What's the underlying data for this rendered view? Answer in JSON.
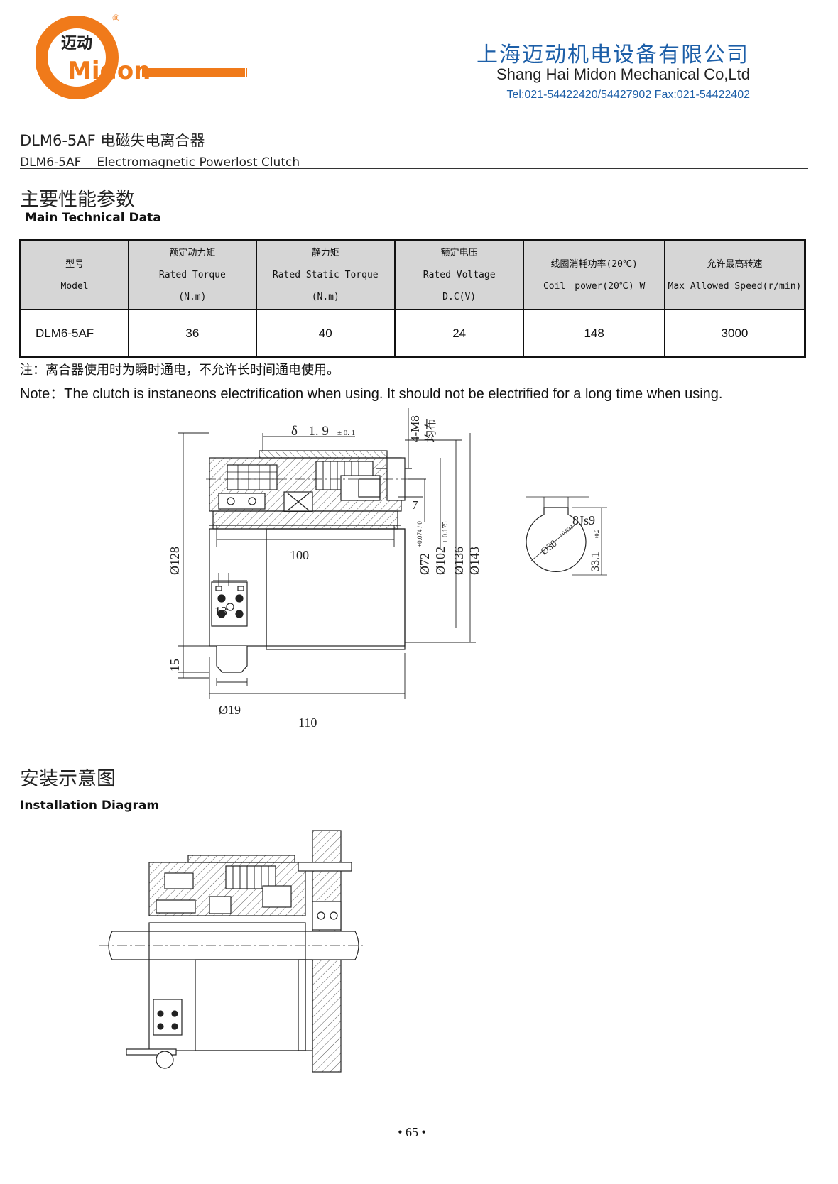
{
  "header": {
    "logo_cn": "迈动",
    "logo_en": "Midon",
    "registered_mark": "®",
    "company_cn": "上海迈动机电设备有限公司",
    "company_en": "Shang Hai Midon Mechanical Co,Ltd",
    "contact": "Tel:021-54422420/54427902 Fax:021-54422402"
  },
  "product": {
    "title_cn": "DLM6-5AF 电磁失电离合器",
    "model": "DLM6-5AF",
    "title_en": "Electromagnetic Powerlost Clutch"
  },
  "main_data": {
    "heading_cn": "主要性能参数",
    "heading_en": "Main Technical Data",
    "columns": [
      {
        "cn": "型号",
        "en": "Model",
        "unit": ""
      },
      {
        "cn": "额定动力矩",
        "en": "Rated Torque",
        "unit": "(N.m)"
      },
      {
        "cn": "静力矩",
        "en": "Rated Static Torque",
        "unit": "(N.m)"
      },
      {
        "cn": "额定电压",
        "en": "Rated Voltage",
        "unit": "D.C(V)"
      },
      {
        "cn": "线圈消耗功率(20℃)",
        "en": "Coil　power(20℃) W",
        "unit": ""
      },
      {
        "cn": "允许最高转速",
        "en": "Max Allowed Speed(r/min)",
        "unit": ""
      }
    ],
    "row": [
      "DLM6-5AF",
      "36",
      "40",
      "24",
      "148",
      "3000"
    ]
  },
  "note": {
    "cn": "注：离合器使用时为瞬时通电，不允许长时间通电使用。",
    "en": "Note：The clutch is instaneons electrification when using. It should not be electrified for a long time when using."
  },
  "drawing": {
    "gap": "δ =1. 9",
    "gap_tol": "± 0. 1",
    "bolts": "4-M8",
    "bolts_cn": "均布",
    "d128": "Ø128",
    "len100": "100",
    "dim7": "7",
    "d72": "Ø72",
    "d72_tol": "+0.074 / 0",
    "d102": "Ø102",
    "d102_tol": "± 0.175",
    "d136": "Ø136",
    "d143": "Ø143",
    "dim13": "13",
    "dim15": "15",
    "d19": "Ø19",
    "len110": "110",
    "key": "8Js9",
    "bore": "Ø30",
    "bore_tol": "+0.033",
    "keyh": "33.1",
    "keyh_tol": "+0.2"
  },
  "install": {
    "heading_cn": "安装示意图",
    "heading_en": "Installation Diagram"
  },
  "page_number": "• 65 •"
}
